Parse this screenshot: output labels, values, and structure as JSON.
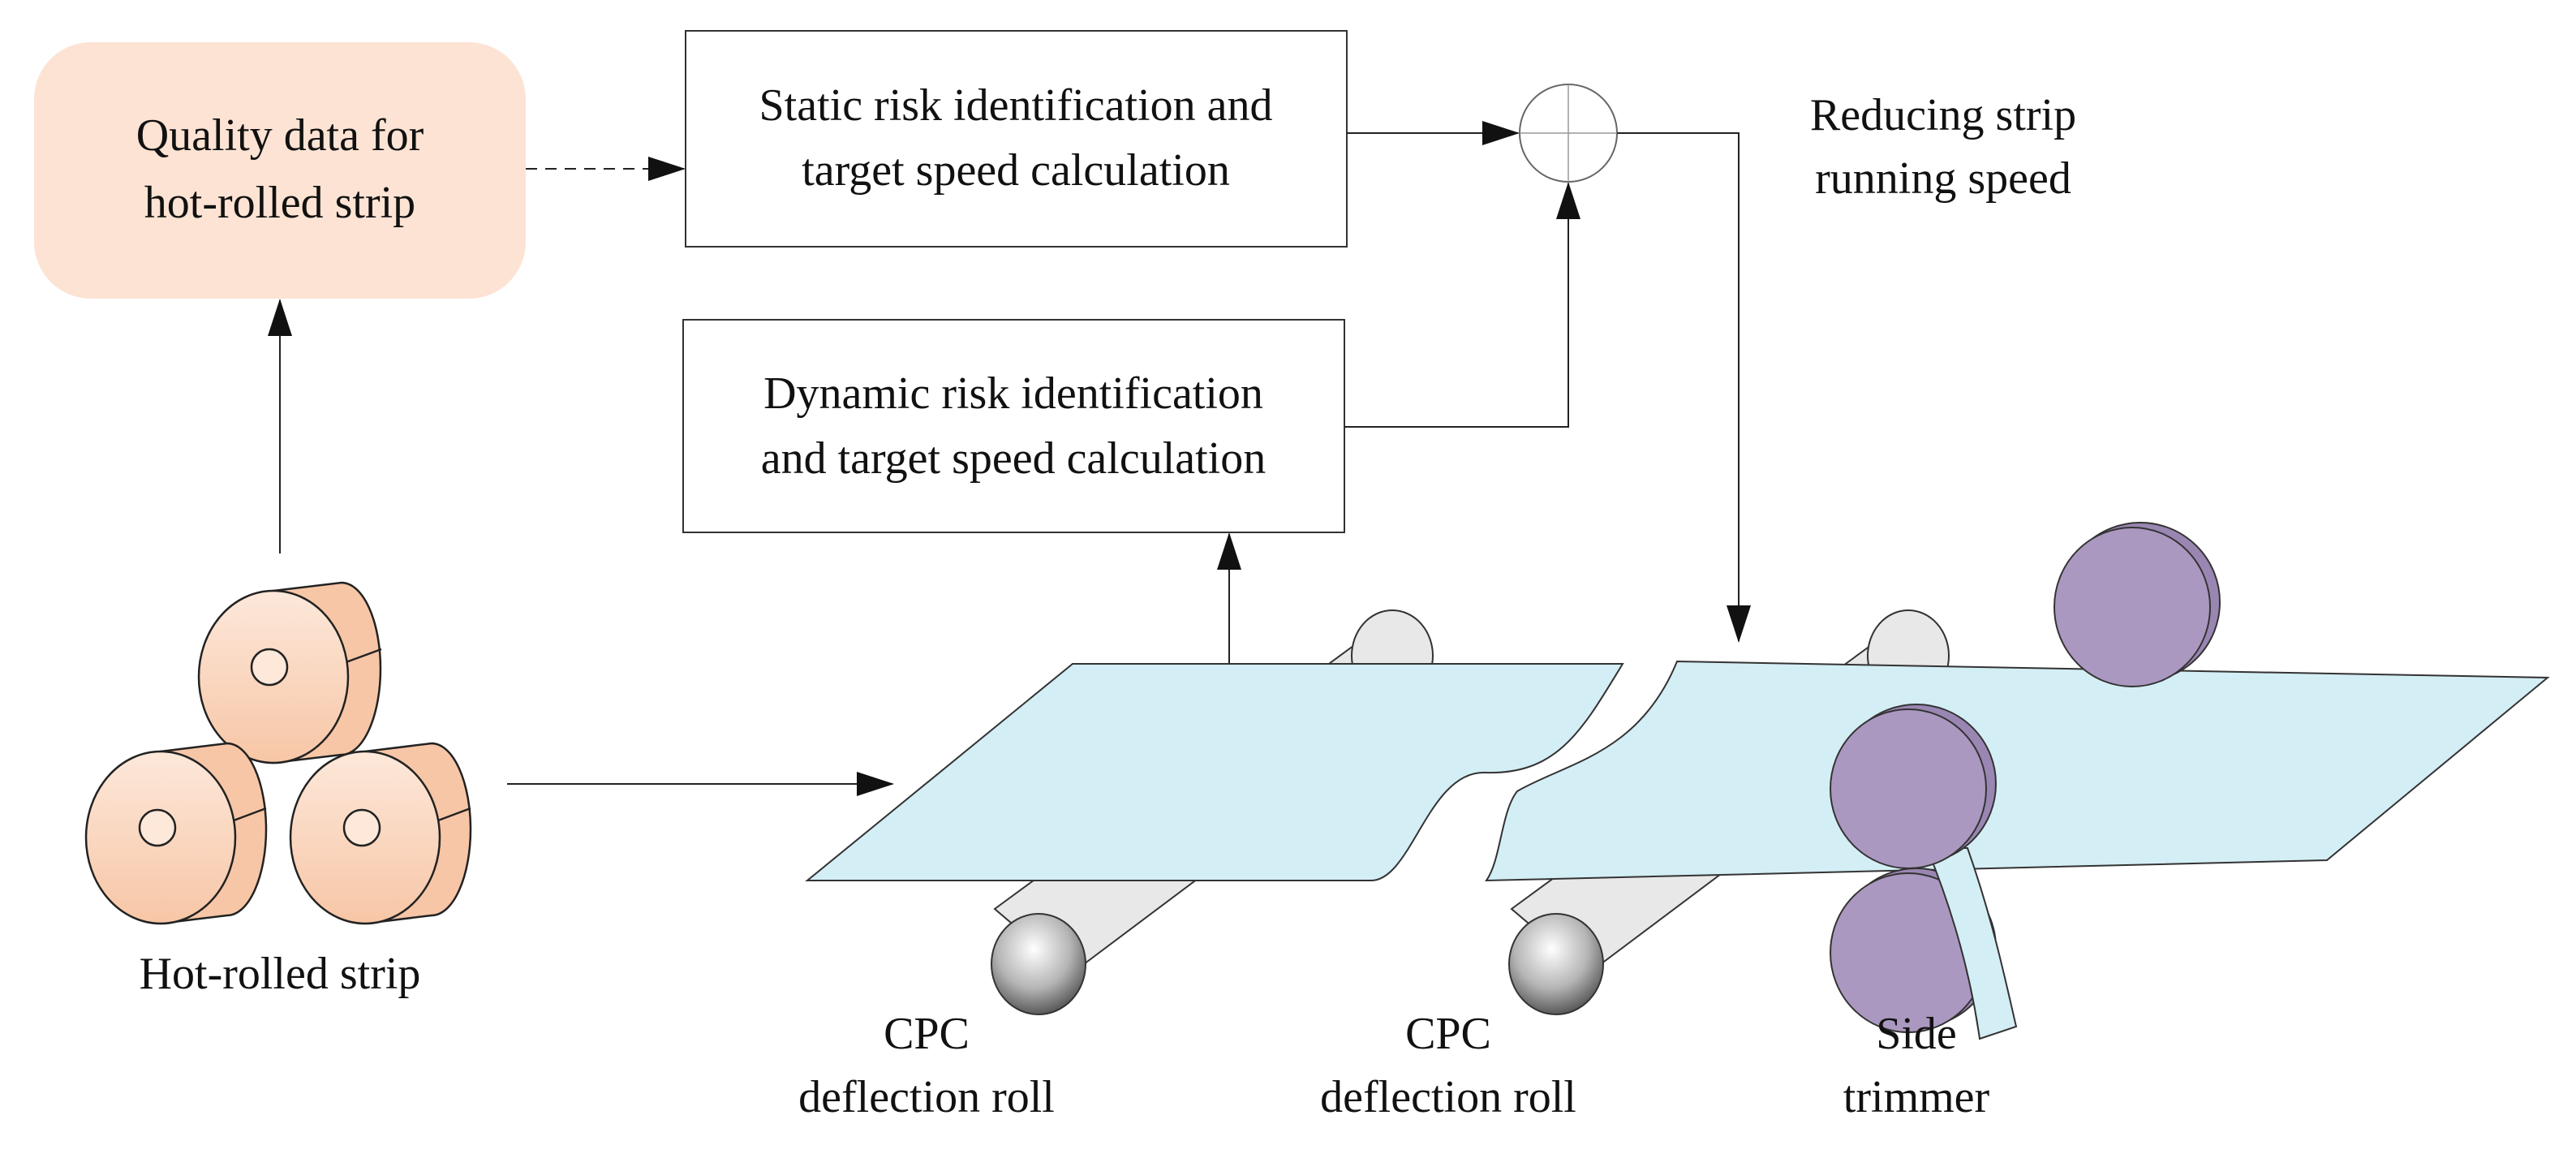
{
  "boxes": {
    "quality_data": {
      "line1": "Quality data for",
      "line2": "hot-rolled strip"
    },
    "static_risk": {
      "line1": "Static risk identification and",
      "line2": "target speed calculation"
    },
    "dynamic_risk": {
      "line1": "Dynamic risk identification",
      "line2": "and target speed calculation"
    }
  },
  "output": {
    "line1": "Reducing strip",
    "line2": "running speed"
  },
  "labels": {
    "hot_rolled_strip": "Hot-rolled strip",
    "cpc1": {
      "line1": "CPC",
      "line2": "deflection roll"
    },
    "cpc2": {
      "line1": "CPC",
      "line2": "deflection roll"
    },
    "side_trimmer": {
      "line1": "Side",
      "line2": "trimmer"
    }
  },
  "colors": {
    "quality_box_fill": "#fde3d3",
    "coil_fill": "#fcd9c3",
    "strip_fill": "#d4eef5",
    "roll_fill": "#e8e8e8",
    "trimmer_fill": "#ab98c0",
    "line": "#222222"
  }
}
